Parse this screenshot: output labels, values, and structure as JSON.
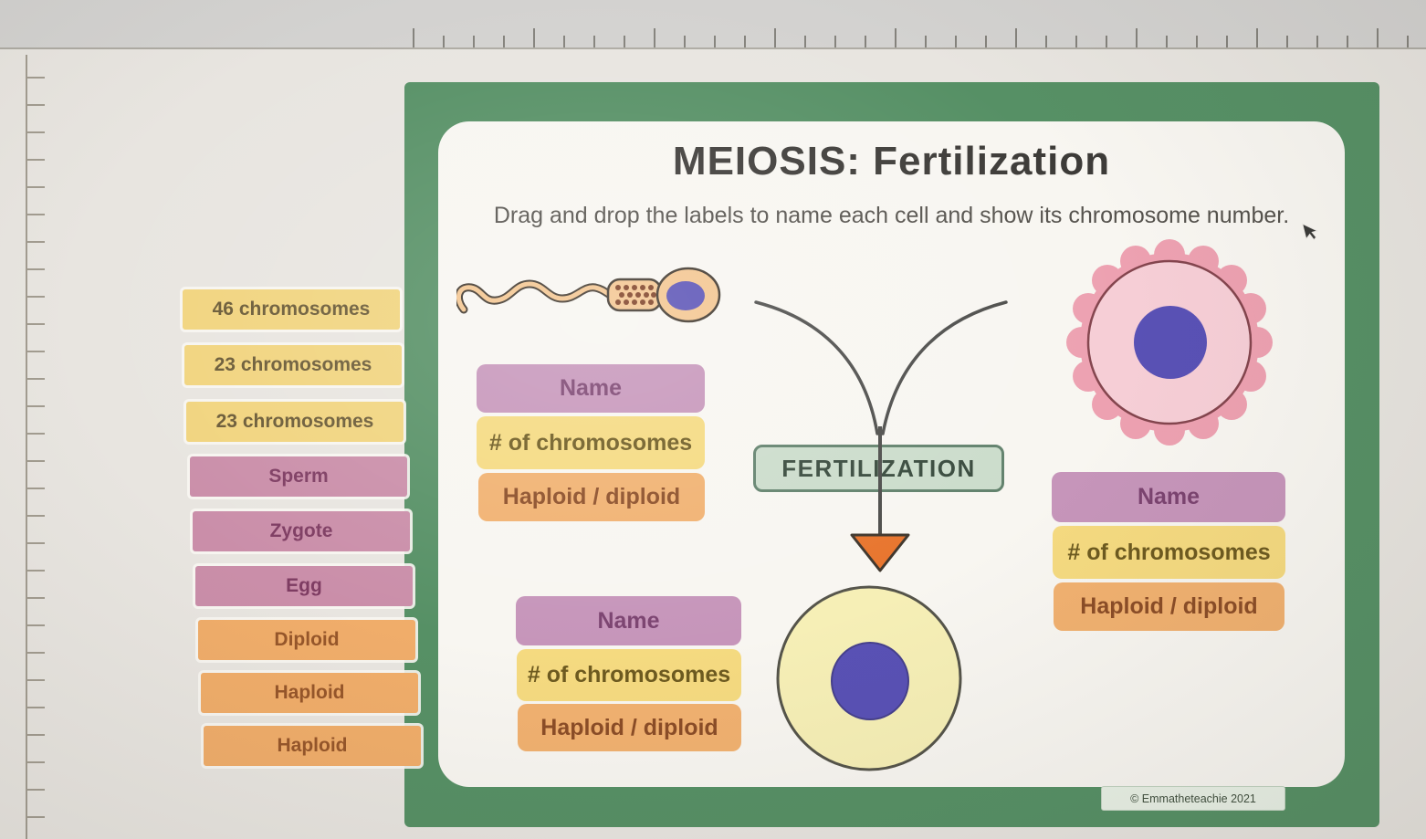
{
  "activity": {
    "title": "MEIOSIS: Fertilization",
    "instructions": "Drag and drop the labels to name each cell and show its chromosome number.",
    "fertilization_label": "FERTILIZATION",
    "copyright": "© Emmatheteachie 2021"
  },
  "drag_labels": [
    {
      "text": "46 chromosomes",
      "category": "chromosome-count"
    },
    {
      "text": "23 chromosomes",
      "category": "chromosome-count"
    },
    {
      "text": "23 chromosomes",
      "category": "chromosome-count"
    },
    {
      "text": "Sperm",
      "category": "cell-name"
    },
    {
      "text": "Zygote",
      "category": "cell-name"
    },
    {
      "text": "Egg",
      "category": "cell-name"
    },
    {
      "text": "Diploid",
      "category": "ploidy"
    },
    {
      "text": "Haploid",
      "category": "ploidy"
    },
    {
      "text": "Haploid",
      "category": "ploidy"
    }
  ],
  "drop_groups": [
    {
      "cell": "sperm",
      "slots": [
        {
          "label": "Name"
        },
        {
          "label": "# of chromosomes"
        },
        {
          "label": "Haploid / diploid"
        }
      ]
    },
    {
      "cell": "egg",
      "slots": [
        {
          "label": "Name"
        },
        {
          "label": "# of chromosomes"
        },
        {
          "label": "Haploid / diploid"
        }
      ]
    },
    {
      "cell": "zygote",
      "slots": [
        {
          "label": "Name"
        },
        {
          "label": "# of chromosomes"
        },
        {
          "label": "Haploid / diploid"
        }
      ]
    }
  ],
  "icons": {
    "sperm": "sperm-cell-illustration",
    "egg": "egg-cell-illustration",
    "zygote": "zygote-cell-illustration",
    "arrow": "fertilization-down-arrow"
  },
  "colors": {
    "slide_border_green": "#569065",
    "card_white": "#f8f6f1",
    "label_yellow": "#f1d47e",
    "label_pink": "#ca8ea9",
    "label_orange": "#f0ad6a",
    "slot_purple": "#c695ba",
    "slot_yellow": "#f5da80",
    "slot_orange": "#f1b170",
    "fertilization_bg": "#cbdccb",
    "nucleus_purple": "#5951b5",
    "egg_outer_pink": "#eda1b1",
    "egg_inner_pink": "#f6ced6",
    "zygote_yellow": "#f6efb6",
    "arrow_orange": "#e8742c"
  }
}
